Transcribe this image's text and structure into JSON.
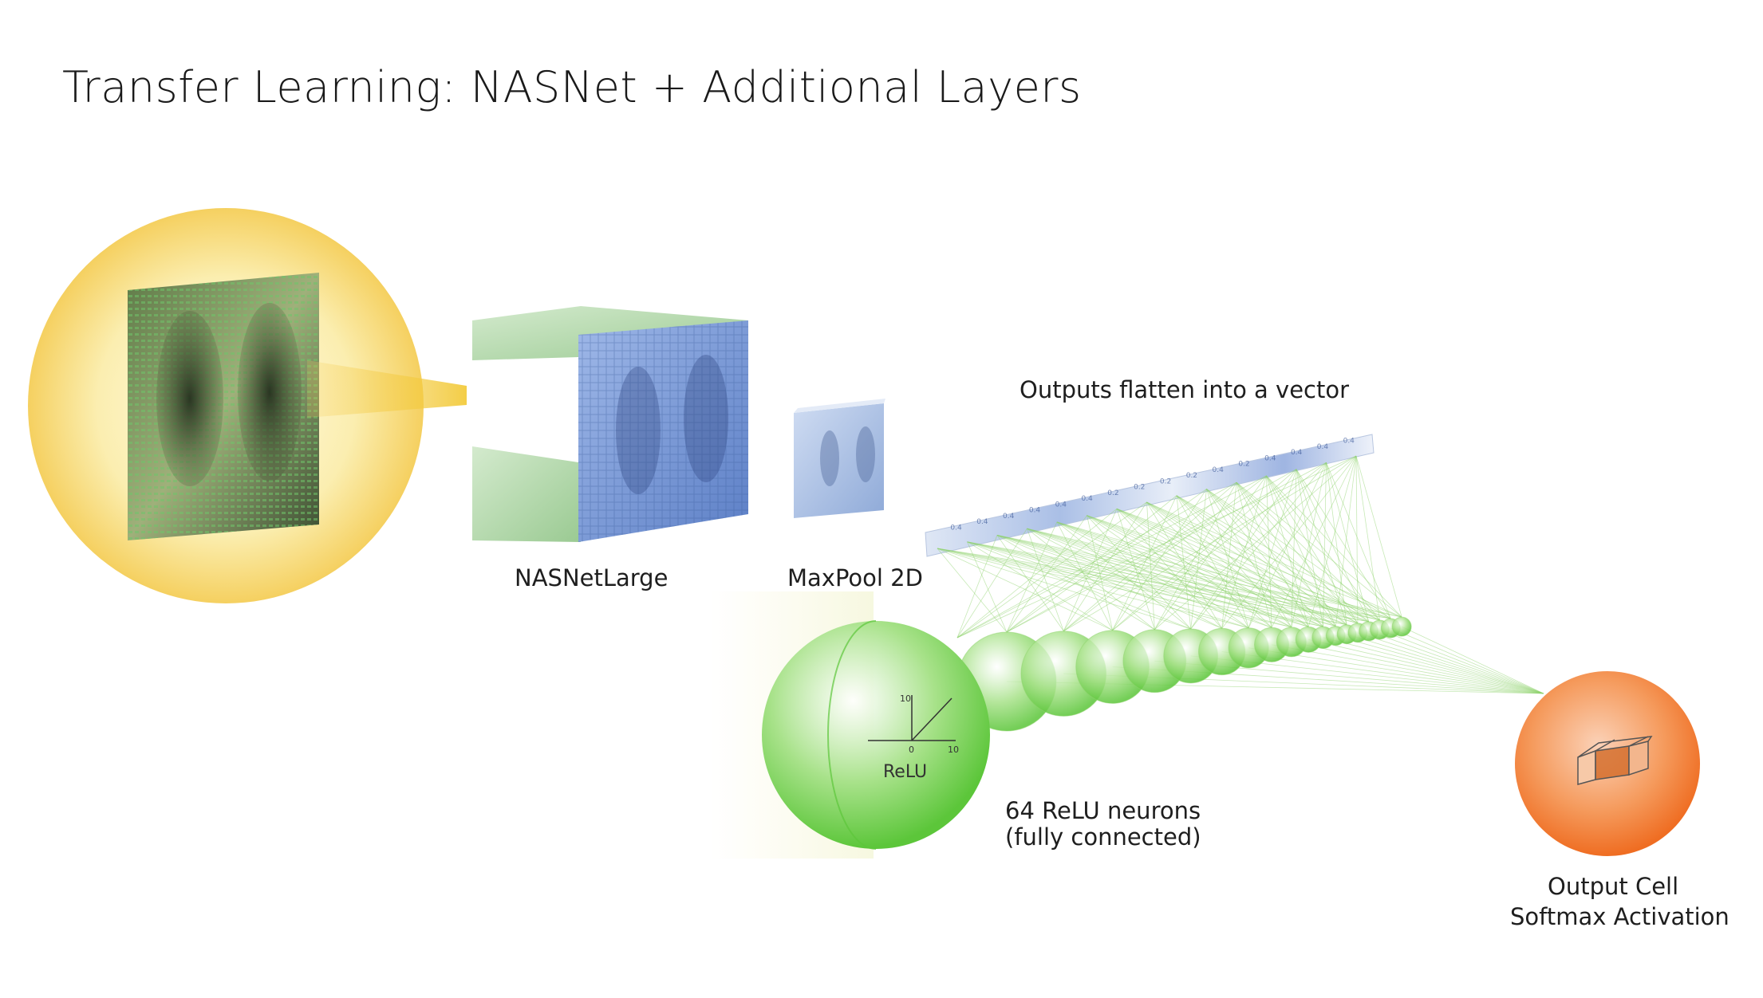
{
  "title": "Transfer Learning: NASNet + Additional Layers",
  "labels": {
    "nasnet": "NASNetLarge",
    "maxpool": "MaxPool 2D",
    "flatten": "Outputs flatten into a vector",
    "relu_inner": "ReLU",
    "neurons_line1": "64 ReLU neurons",
    "neurons_line2": "(fully connected)",
    "output_line1": "Output Cell",
    "output_line2": "Softmax Activation"
  },
  "relu_axis": {
    "y_tick": "10",
    "origin": "0",
    "x_tick": "10"
  },
  "vector_values": [
    "0.4",
    "0.4",
    "0.4",
    "0.4",
    "0.4",
    "0.4",
    "0.2",
    "0.2",
    "0.2",
    "0.2",
    "0.4",
    "0.2",
    "0.4",
    "0.4",
    "0.4",
    "0.4"
  ],
  "colors": {
    "input_glow": "#f7d560",
    "nasnet_green": "#a8d5a0",
    "nasnet_blue": "#7f9fd8",
    "neuron_green": "#7ed957",
    "output_orange": "#f07a2a"
  }
}
